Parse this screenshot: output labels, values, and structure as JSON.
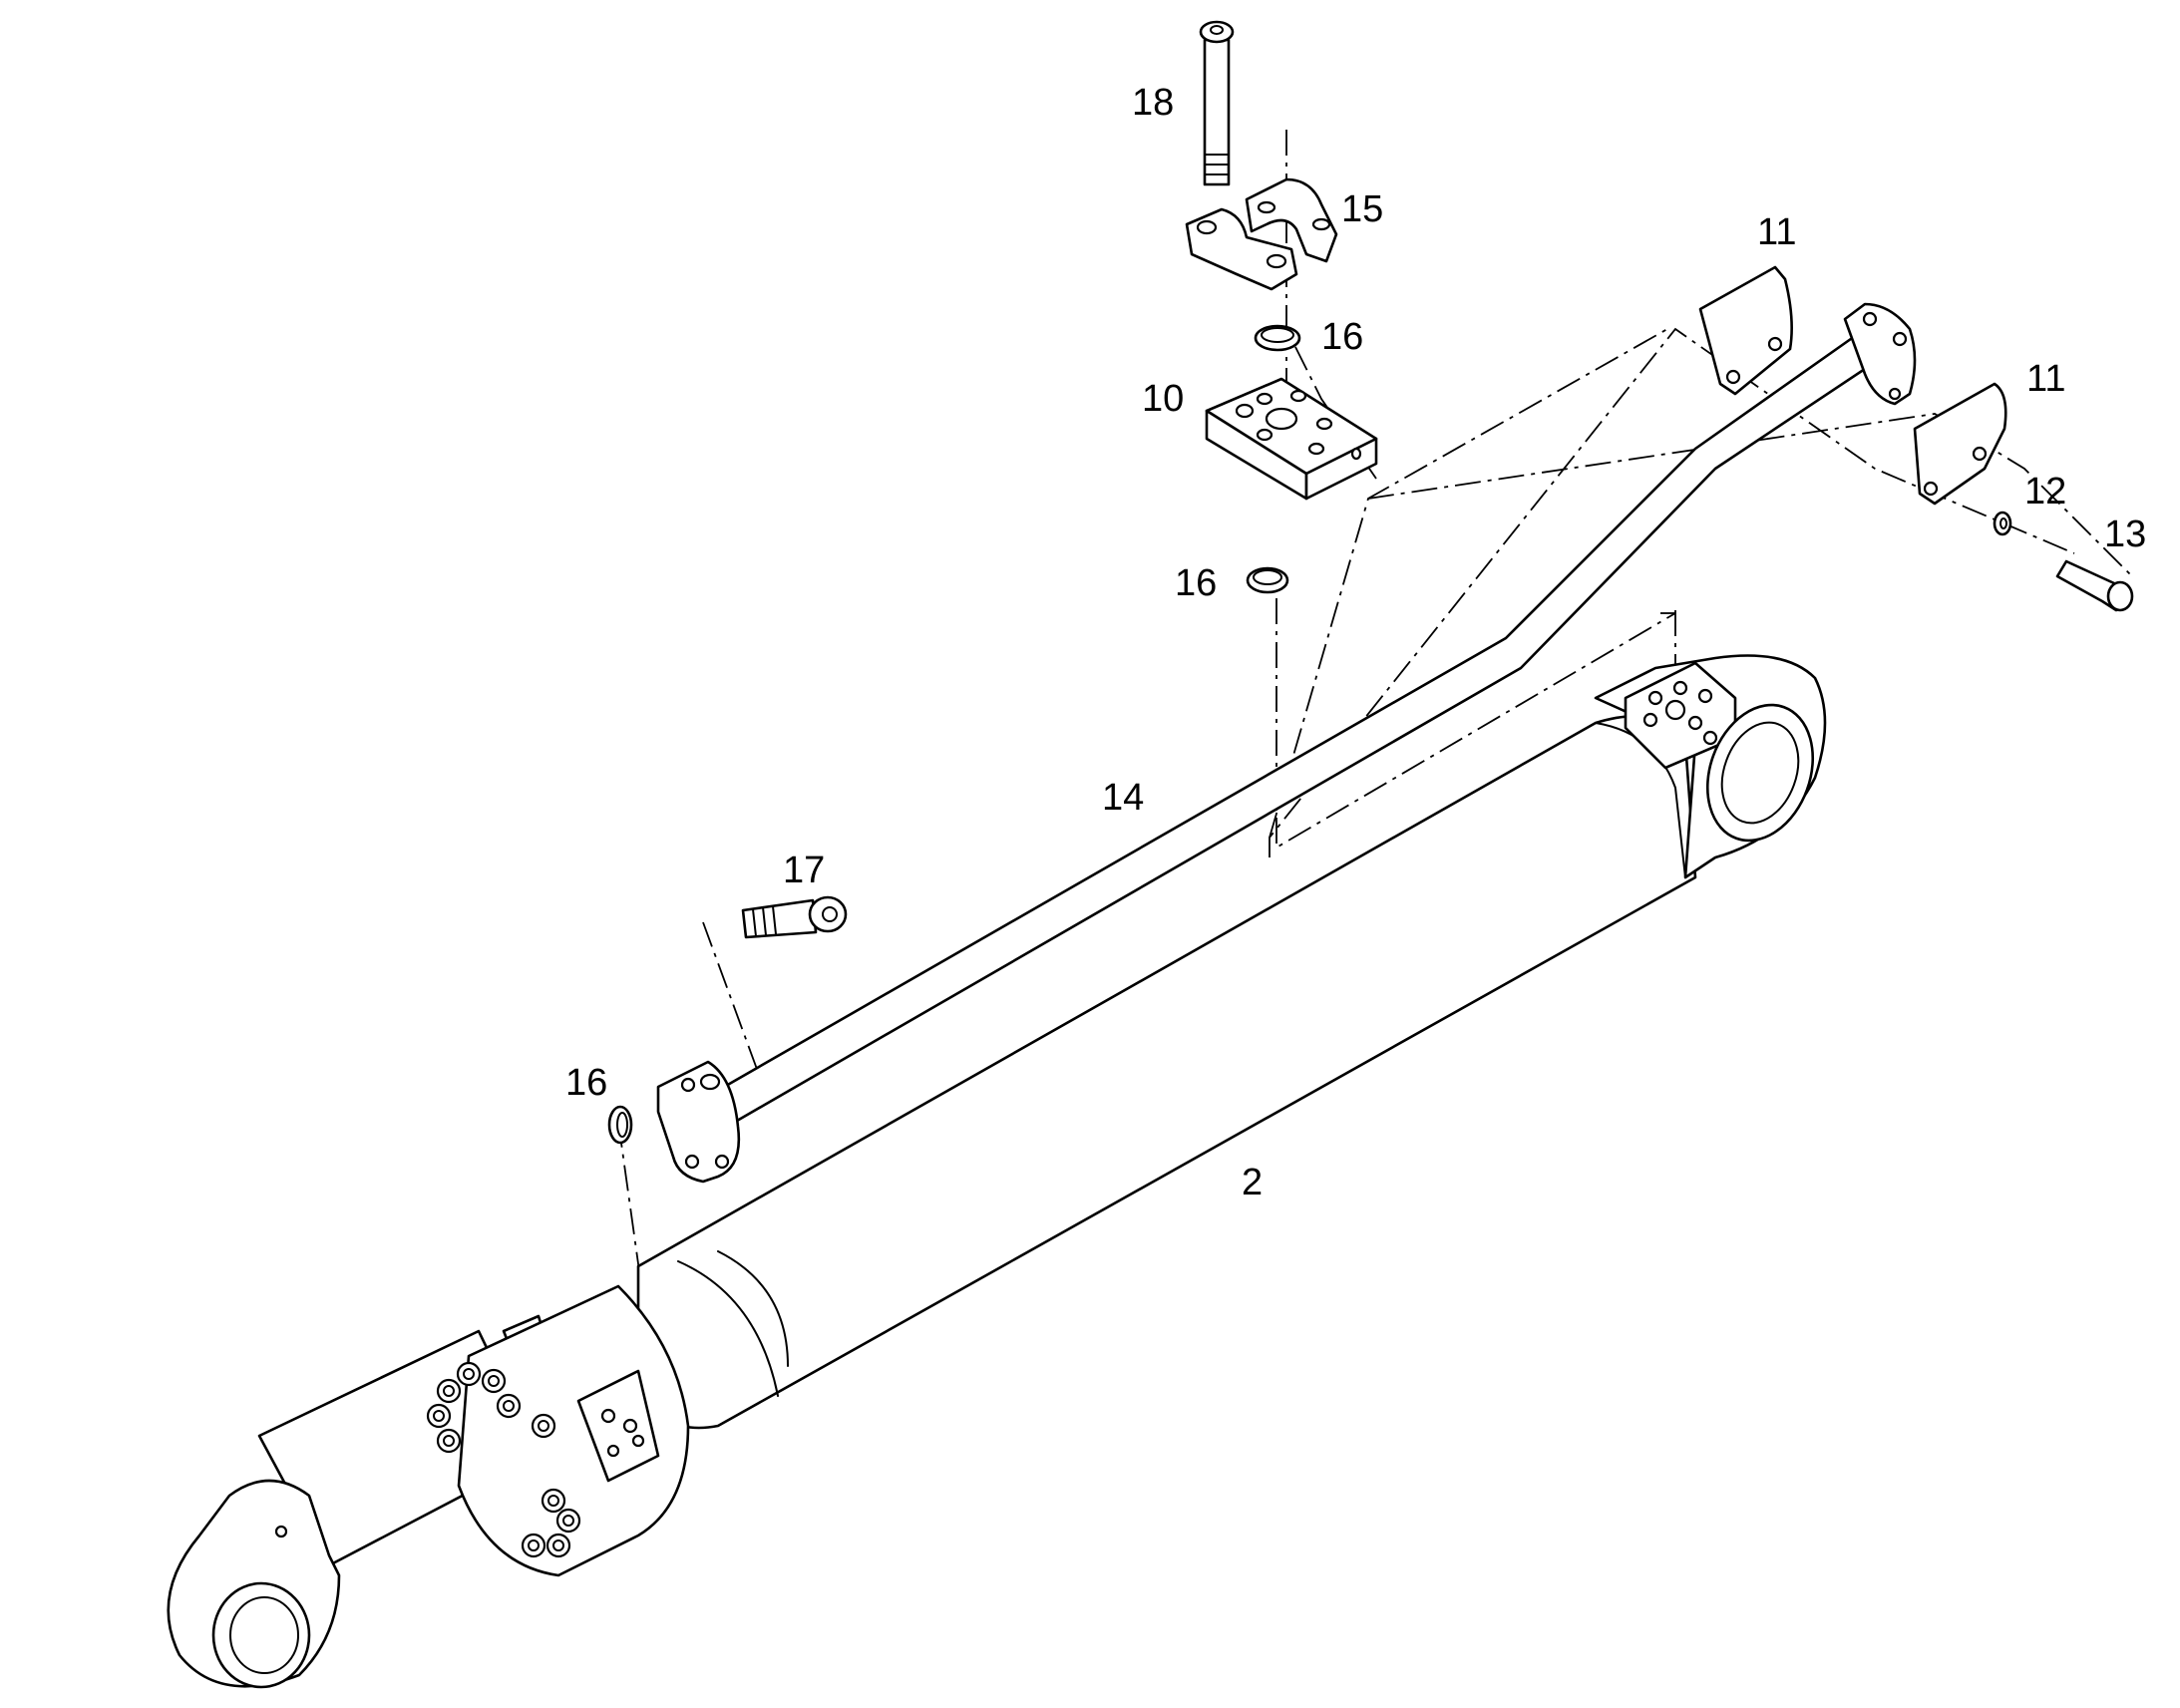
{
  "diagram": {
    "callouts": {
      "c2": "2",
      "c10": "10",
      "c11a": "11",
      "c11b": "11",
      "c12": "12",
      "c13": "13",
      "c14": "14",
      "c15": "15",
      "c16a": "16",
      "c16b": "16",
      "c16c": "16",
      "c17": "17",
      "c18": "18"
    }
  }
}
